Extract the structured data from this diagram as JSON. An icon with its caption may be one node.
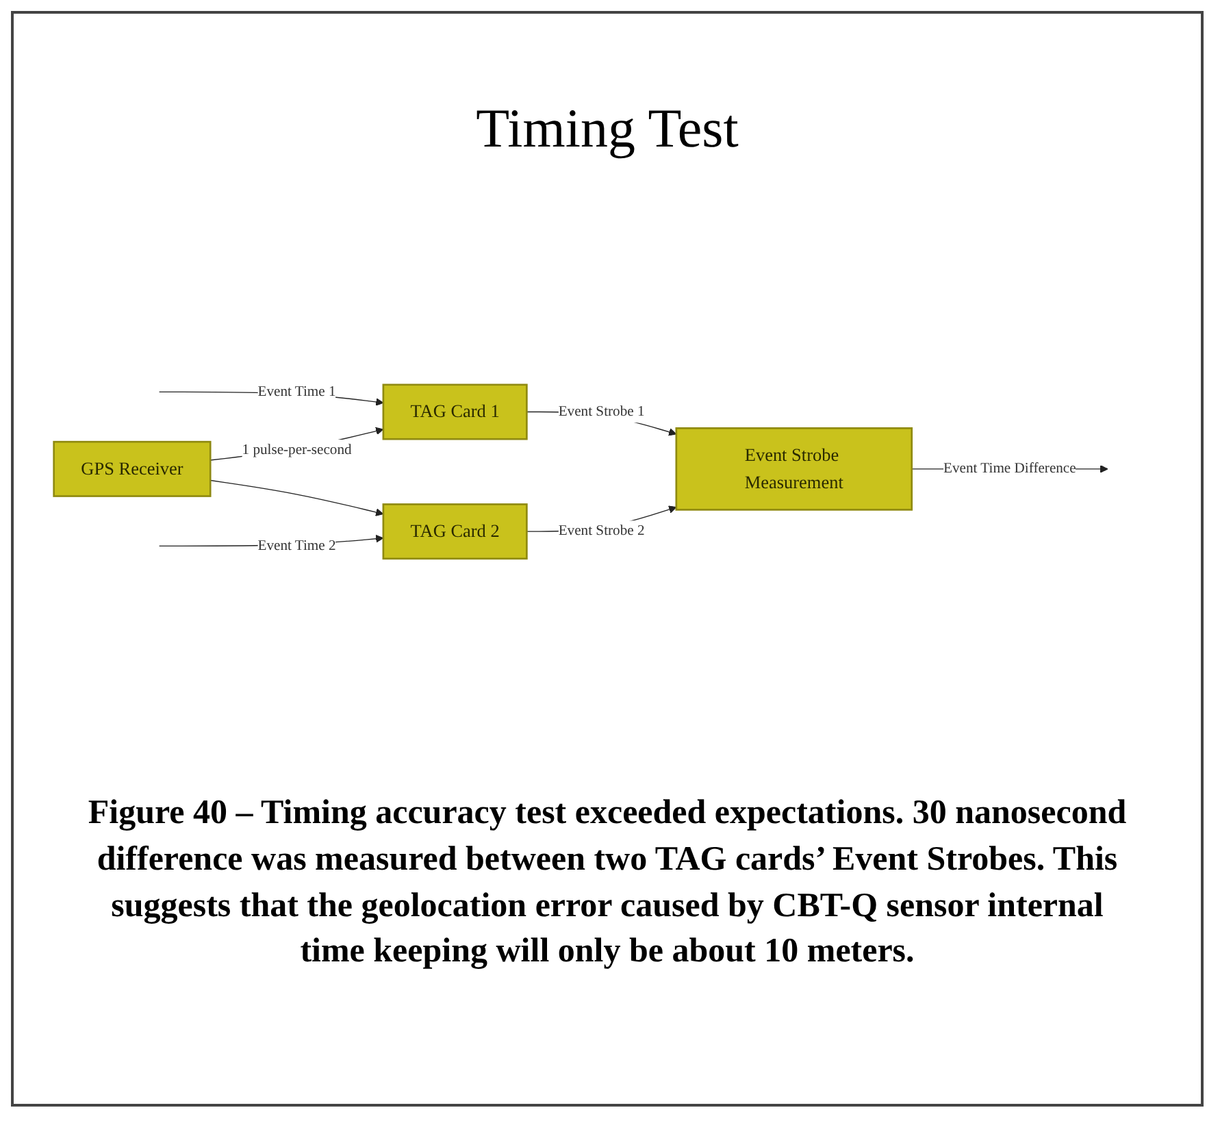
{
  "diagram": {
    "title": "Timing Test",
    "caption": "Figure 40 – Timing accuracy test exceeded expectations. 30 nanosecond difference was measured between two TAG cards’ Event Strobes.  This suggests that the geolocation error caused by CBT-Q sensor internal time keeping will only be about 10 meters.",
    "nodes": [
      {
        "text": [
          "GPS Receiver"
        ]
      },
      {
        "text": [
          "TAG Card 1"
        ]
      },
      {
        "text": [
          "TAG Card 2"
        ]
      },
      {
        "text": [
          "Event Strobe Measurement"
        ]
      }
    ],
    "edges": [
      {
        "from": null,
        "to": 1,
        "arrow": "to",
        "label": "Event Time 1"
      },
      {
        "from": 0,
        "to": 1,
        "arrow": "to",
        "label": "1 pulse-per-second"
      },
      {
        "from": 0,
        "to": 2,
        "arrow": "to"
      },
      {
        "from": null,
        "to": 2,
        "arrow": "to",
        "label": "Event Time 2"
      },
      {
        "from": 1,
        "to": 3,
        "arrow": "to",
        "label": "Event Strobe 1"
      },
      {
        "from": 2,
        "to": 3,
        "arrow": "to",
        "label": "Event Strobe 2"
      },
      {
        "from": 3,
        "to": null,
        "arrow": "to",
        "label": "Event Time Difference"
      }
    ]
  }
}
